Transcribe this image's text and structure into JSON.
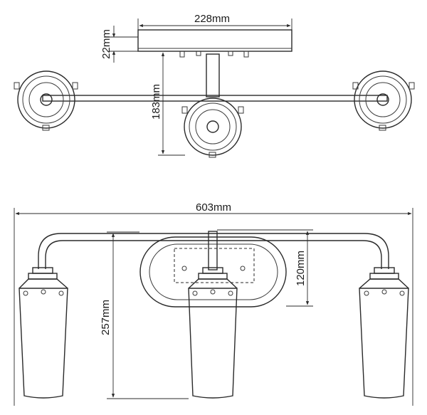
{
  "dimensions": {
    "top_width": "228mm",
    "top_depth": "22mm",
    "top_projection": "183mm",
    "front_width": "603mm",
    "front_height": "257mm",
    "front_backplate_height": "120mm"
  }
}
